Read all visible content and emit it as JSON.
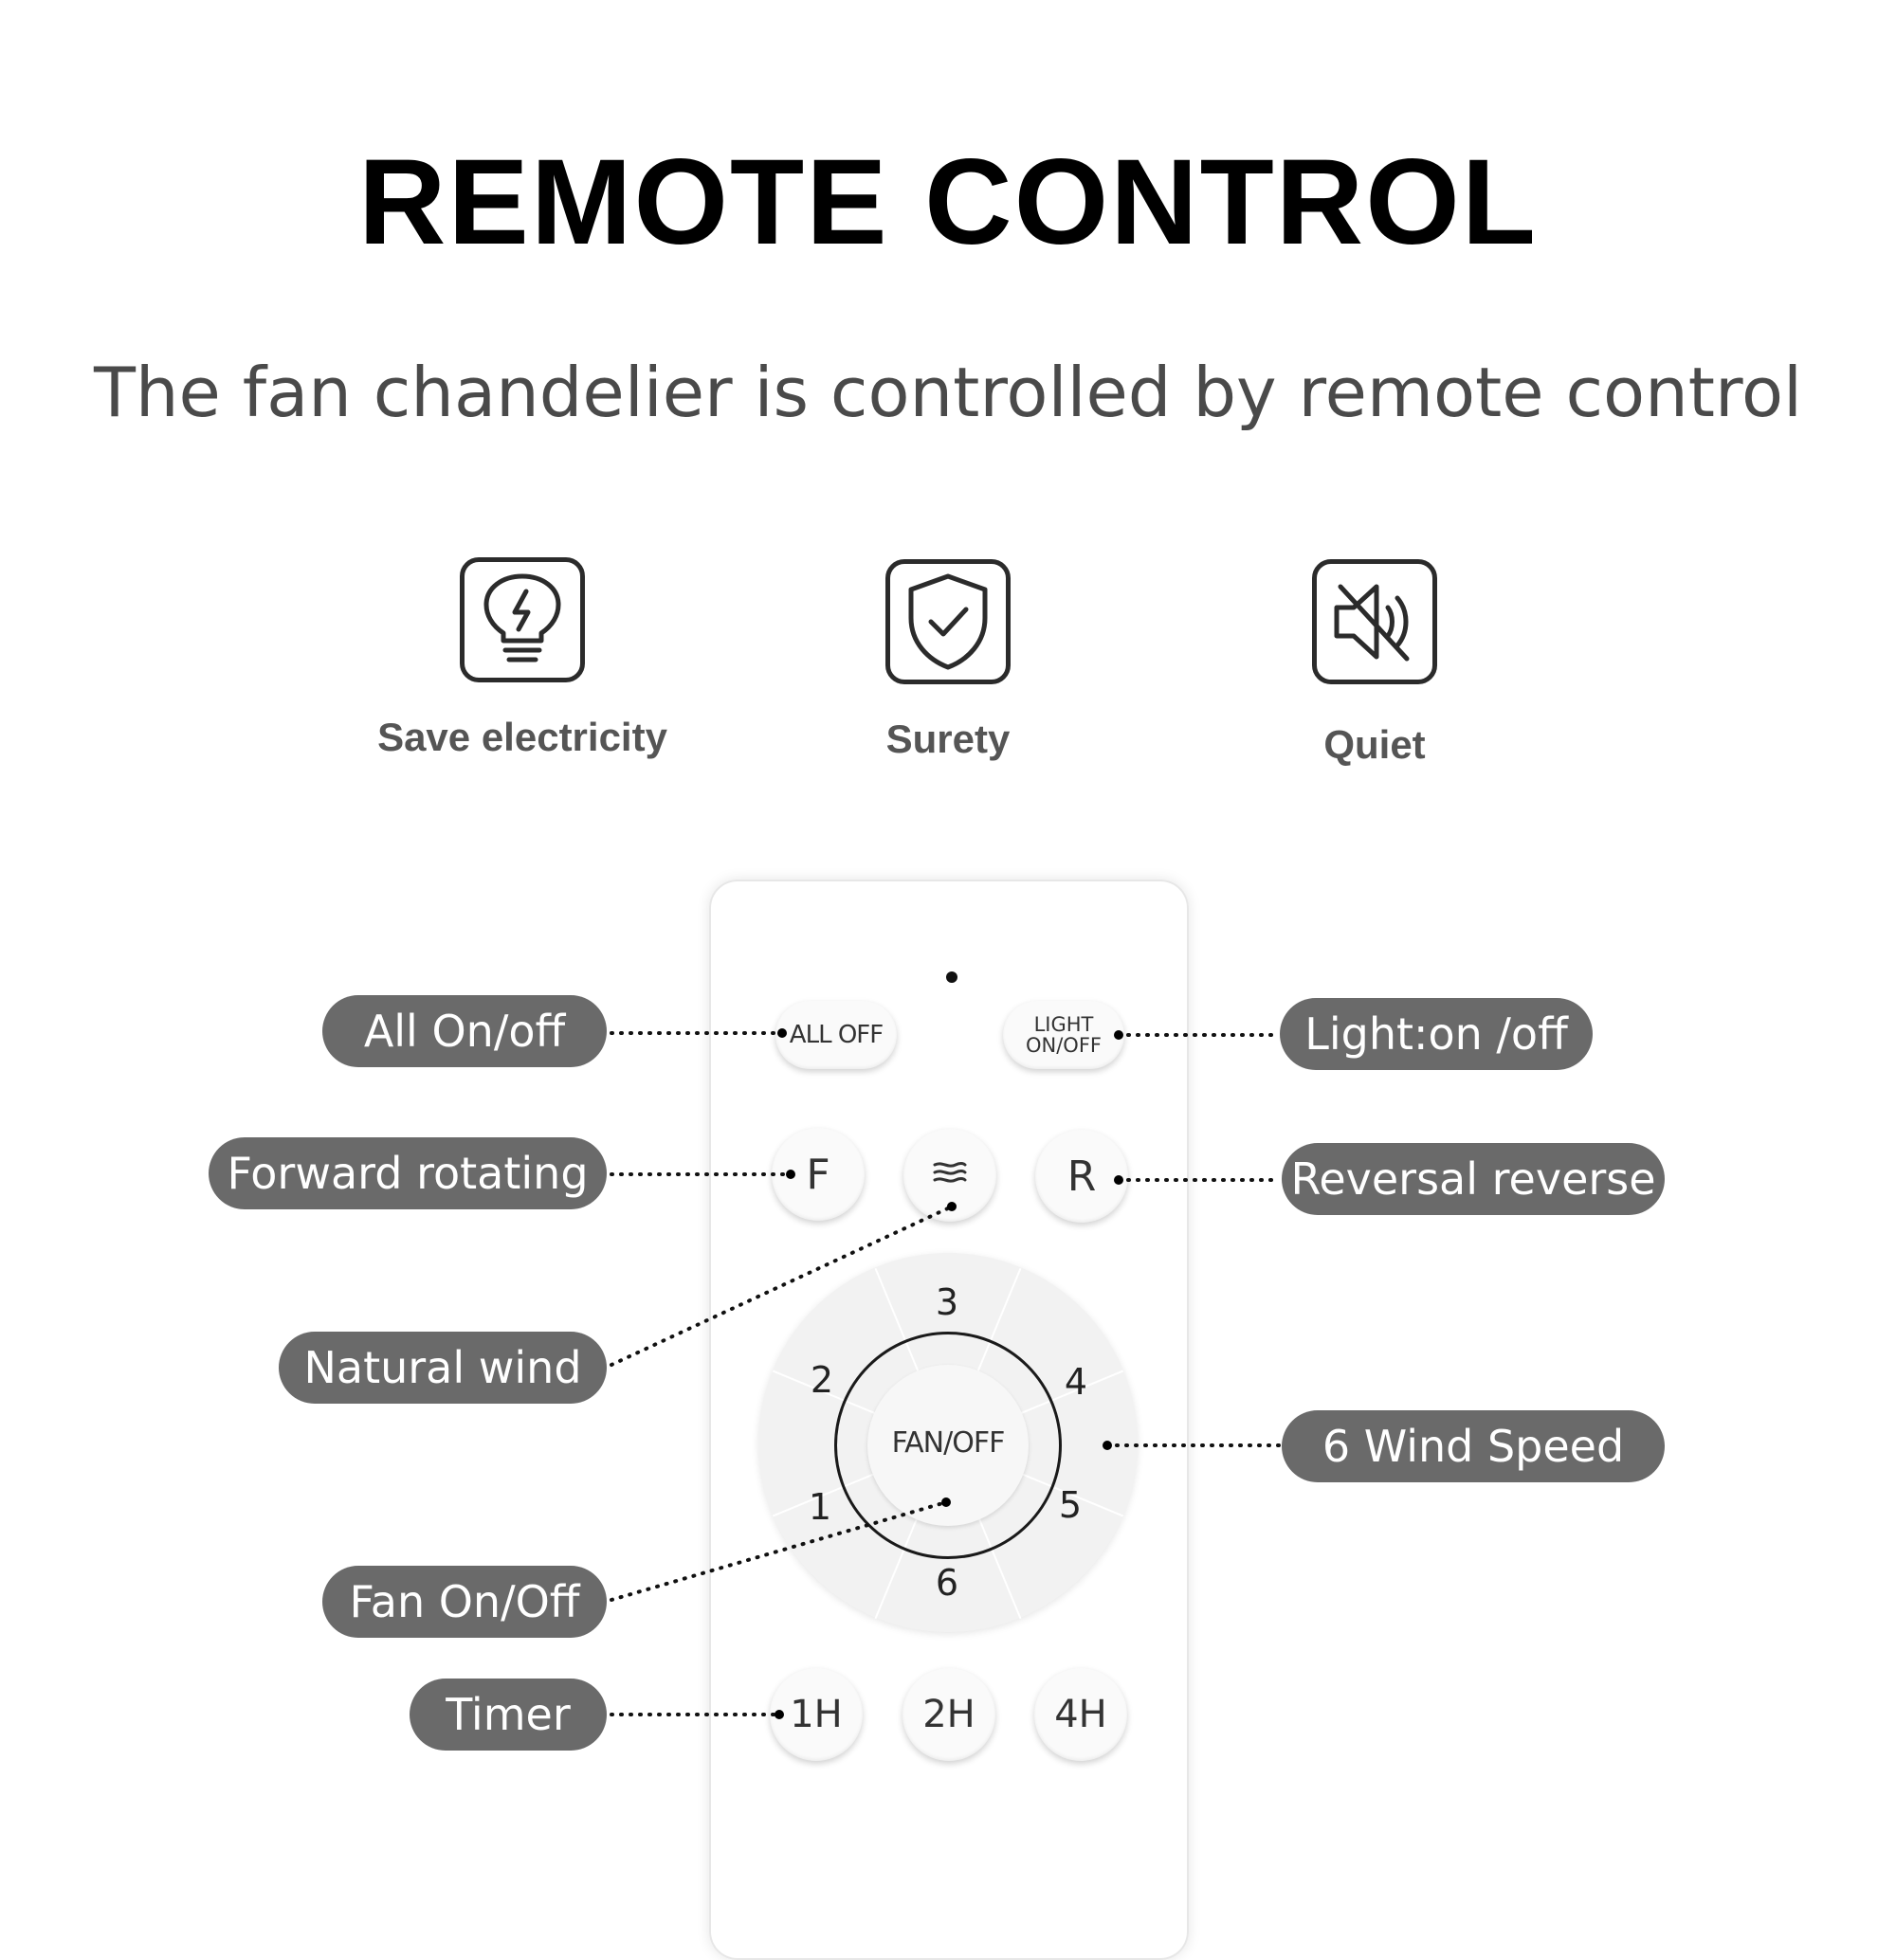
{
  "header": {
    "title": "REMOTE CONTROL",
    "subtitle": "The fan chandelier is controlled by remote control"
  },
  "features": [
    {
      "label": "Save electricity",
      "icon": "lightbulb-bolt-icon"
    },
    {
      "label": "Surety",
      "icon": "shield-check-icon"
    },
    {
      "label": "Quiet",
      "icon": "speaker-mute-icon"
    }
  ],
  "remote": {
    "buttons": {
      "all_off": "ALL OFF",
      "light_line1": "LIGHT",
      "light_line2": "ON/OFF",
      "forward": "F",
      "natural_wind_icon": "wind-icon",
      "reverse": "R",
      "fan_off": "FAN/OFF",
      "timer_1h": "1H",
      "timer_2h": "2H",
      "timer_4h": "4H"
    },
    "speeds": [
      "1",
      "2",
      "3",
      "4",
      "5",
      "6"
    ]
  },
  "callouts": {
    "all_on_off": "All On/off",
    "light_on_off": "Light:on /off",
    "forward_rotating": "Forward rotating",
    "reversal_reverse": "Reversal reverse",
    "natural_wind": "Natural wind",
    "wind_speed": "6 Wind Speed",
    "fan_on_off": "Fan On/Off",
    "timer": "Timer"
  },
  "colors": {
    "callout_bg": "#6a6a6a",
    "title": "#000000",
    "subtitle": "#4a4a4a"
  }
}
